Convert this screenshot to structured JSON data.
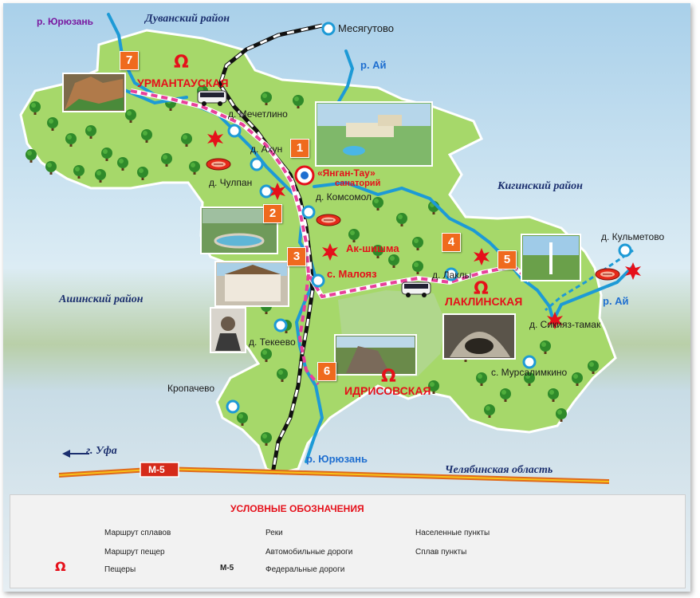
{
  "districts": {
    "duvan": "Дуванский район",
    "kigi": "Кигинский район",
    "asha": "Ашинский район",
    "chelyabinsk": "Челябинская область"
  },
  "rivers": {
    "yuryuzan_top": "р. Юрюзань",
    "ai_top": "р. Ай",
    "ai_right": "р. Ай",
    "yuryuzan_bottom": "р. Юрюзань"
  },
  "settlements": {
    "mesyagutovo": "Месягутово",
    "mechetlino": "д. Мечетлино",
    "akhun": "д. Ахун",
    "chulpan": "д. Чулпан",
    "komsomol": "д. Комсомол",
    "maloyaz": "с. Малояз",
    "lakly": "д. Лаклы",
    "tekeevo": "д. Текеево",
    "kropachevo": "Кропачево",
    "kulmetovo": "д. Кульметово",
    "sikiyaz": "д. Сикияз-тамак",
    "mursalimkino": "с. Мурсалимкино",
    "akshishma": "Ак-шишма",
    "sanatorium_name": "«Янган-Тау»",
    "sanatorium_sub": "санаторий"
  },
  "caves": {
    "urman": "УРМАНТАУСКАЯ",
    "lakly": "ЛАКЛИНСКАЯ",
    "idris": "ИДРИСОВСКАЯ",
    "symbol": "Ω"
  },
  "markers": [
    "1",
    "2",
    "3",
    "4",
    "5",
    "6",
    "7"
  ],
  "roads": {
    "ufa": "г. Уфа",
    "m5": "М-5"
  },
  "legend": {
    "title": "УСЛОВНЫЕ ОБОЗНАЧЕНИЯ",
    "raft_route": "Маршрут сплавов",
    "cave_route": "Маршрут пещер",
    "caves": "Пещеры",
    "rivers": "Реки",
    "roads": "Автомобильные дороги",
    "federal_roads": "Федеральные дороги",
    "settlements": "Населенные пункты",
    "raft_points": "Сплав пункты",
    "m5_sample": "М-5"
  },
  "colors": {
    "land": "#a6d86a",
    "river": "#1d9ad6",
    "cave_route": "#e8409a",
    "star": "#e5101a",
    "badge": "#ef6a1e",
    "district_text": "#1b2f6e"
  },
  "icons": [
    "raft-icon",
    "bus-icon",
    "star-icon",
    "settlement-ring-icon",
    "tree-icon",
    "photo-thumbnail"
  ]
}
